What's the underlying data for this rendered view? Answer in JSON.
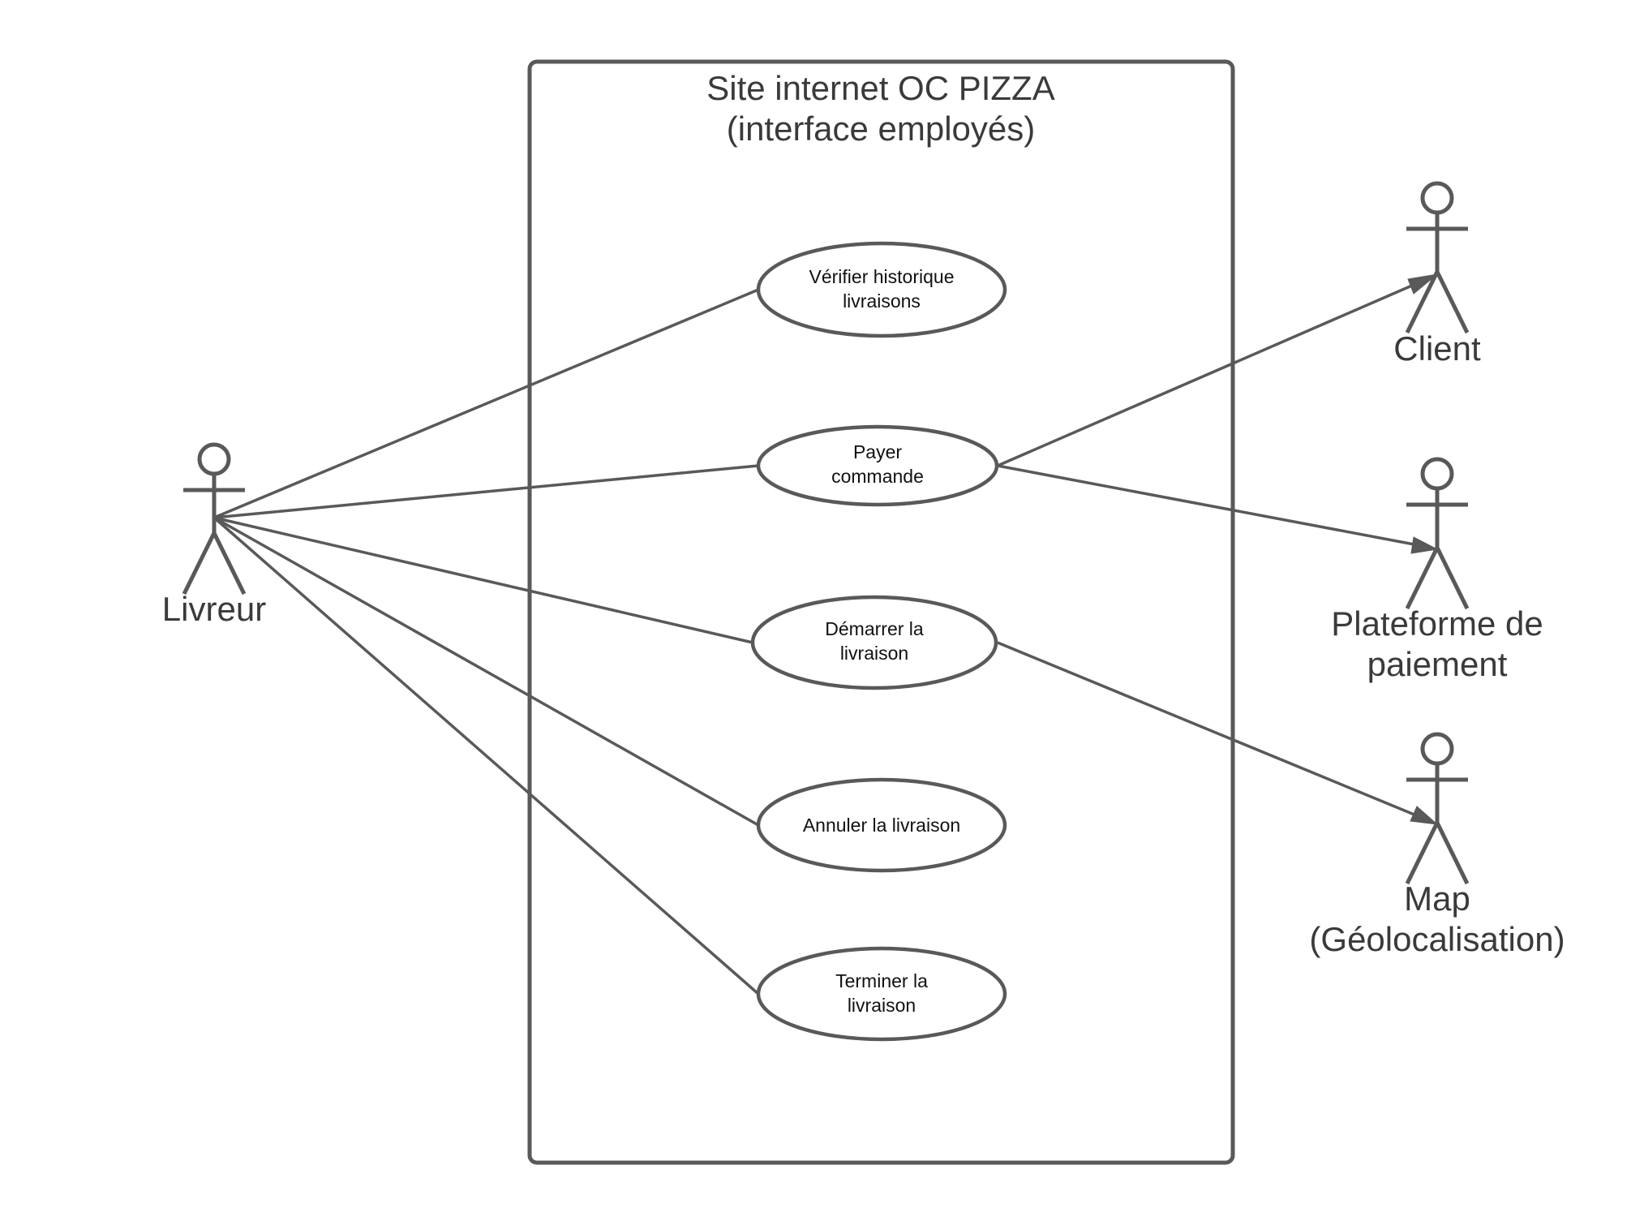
{
  "system": {
    "title_line1": "Site internet OC PIZZA",
    "title_line2": "(interface employés)"
  },
  "use_cases": {
    "verifier_historique": {
      "line1": "Vérifier historique",
      "line2": "livraisons"
    },
    "payer_commande": {
      "line1": "Payer",
      "line2": "commande"
    },
    "demarrer_livraison": {
      "line1": "Démarrer la",
      "line2": "livraison"
    },
    "annuler_livraison": {
      "line1": "Annuler la livraison"
    },
    "terminer_livraison": {
      "line1": "Terminer la",
      "line2": "livraison"
    }
  },
  "actors": {
    "livreur": {
      "line1": "Livreur"
    },
    "client": {
      "line1": "Client"
    },
    "plateforme_paiement": {
      "line1": "Plateforme de",
      "line2": "paiement"
    },
    "map": {
      "line1": "Map",
      "line2": "(Géolocalisation)"
    }
  },
  "colors": {
    "stroke": "#595959",
    "text": "#3a3a3a"
  }
}
